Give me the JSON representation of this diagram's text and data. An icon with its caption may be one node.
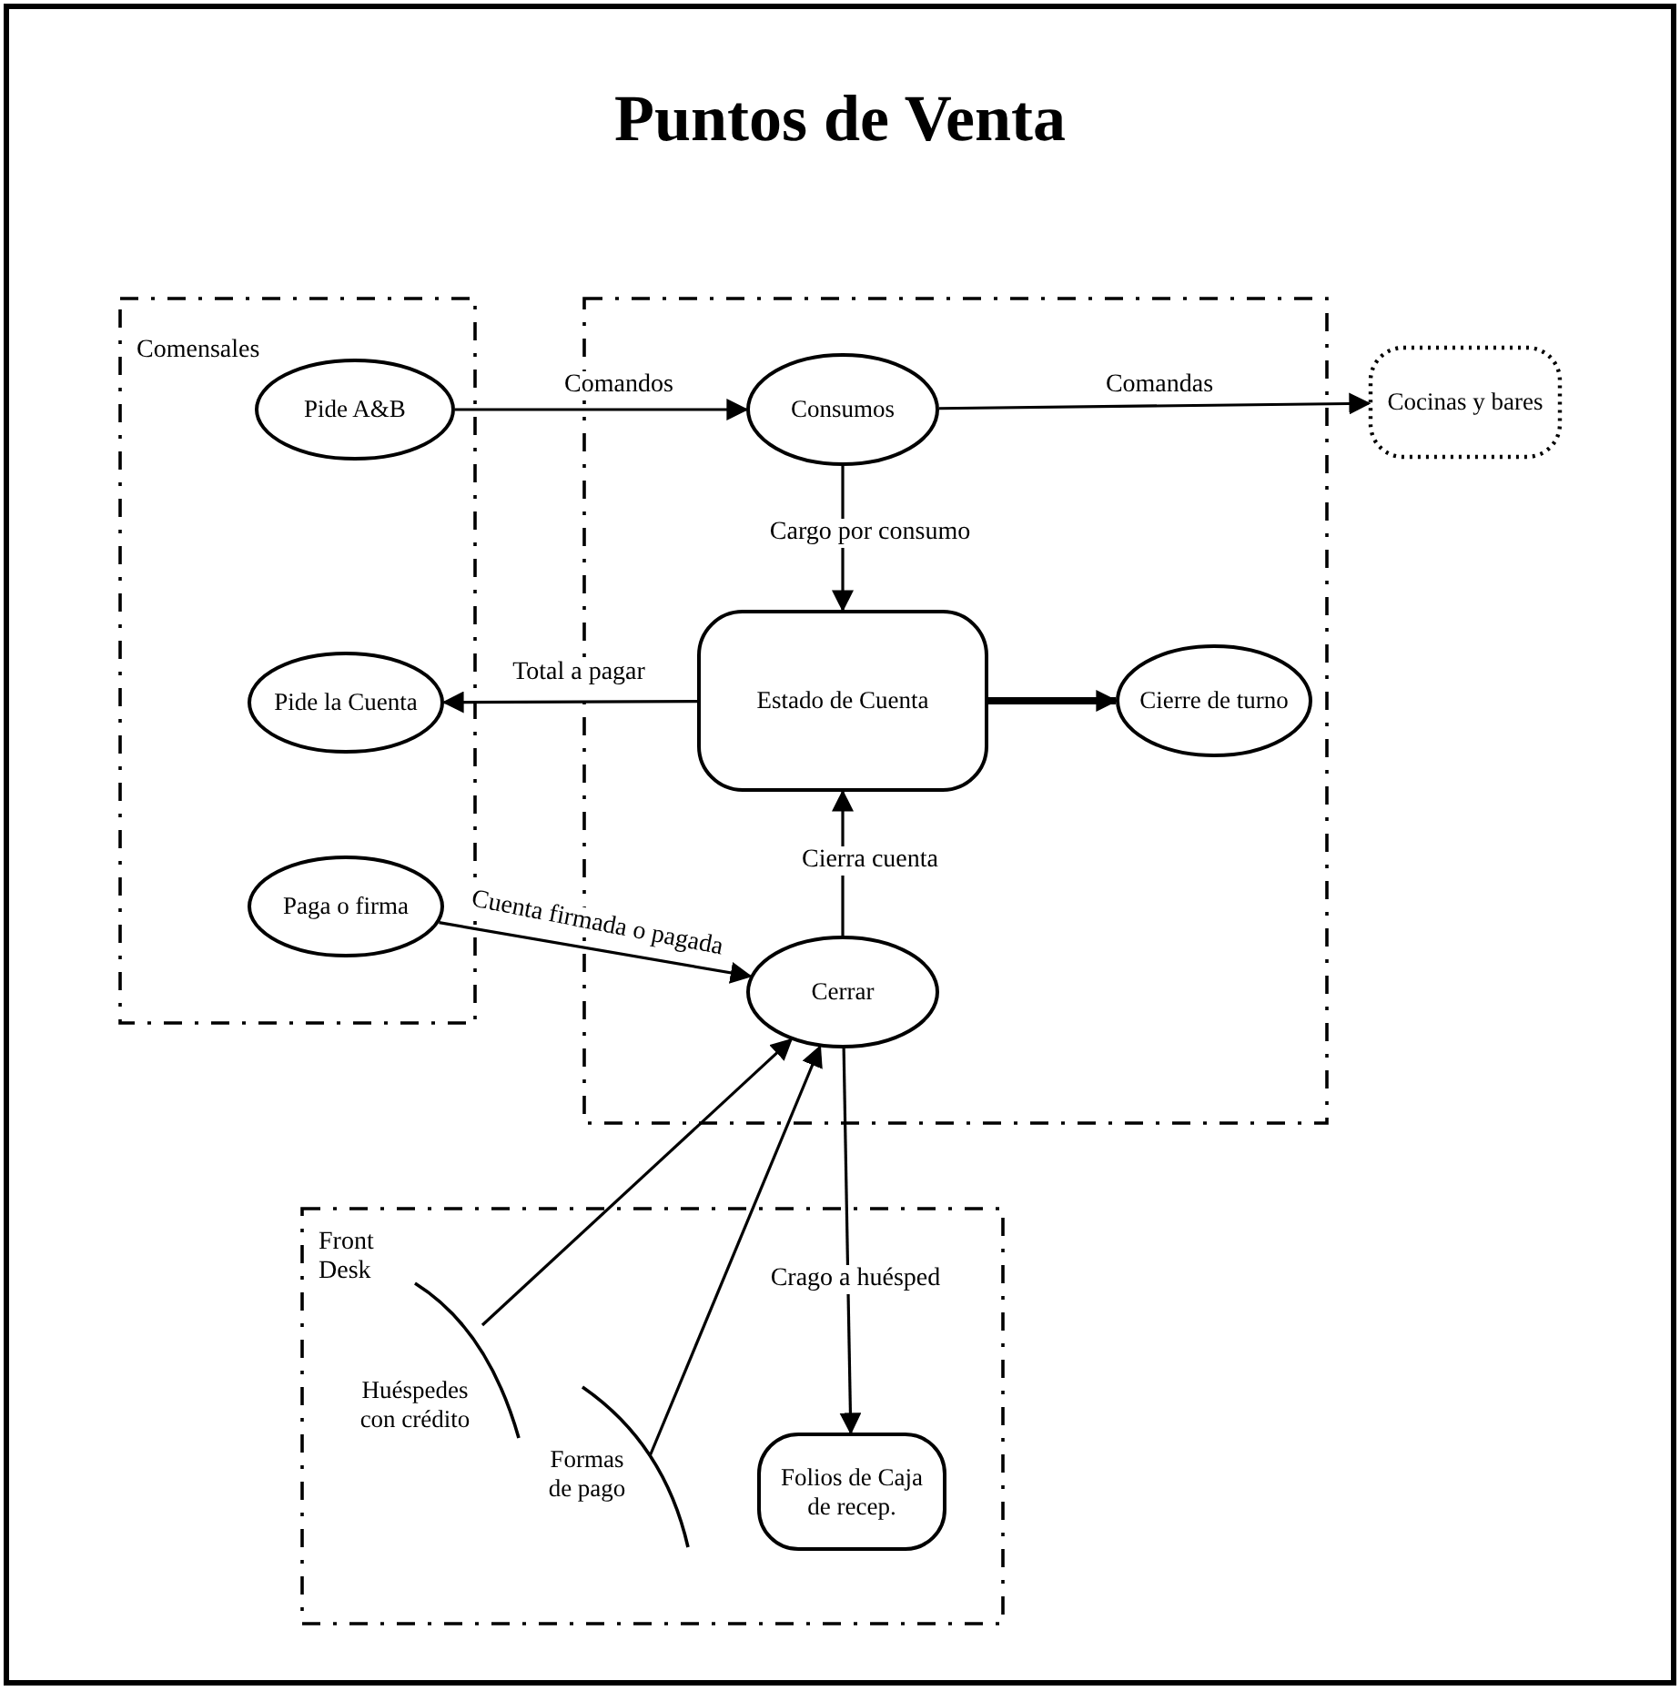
{
  "diagram": {
    "title": "Puntos de Venta",
    "nodes": [
      {
        "text": [
          "Comensales"
        ]
      },
      {
        "text": [
          "Pide A&B"
        ],
        "in": 0
      },
      {
        "text": [
          "Pide la Cuenta"
        ],
        "in": 0
      },
      {
        "text": [
          "Paga o firma"
        ],
        "in": 0
      },
      {
        "text": [],
        "shape": "box"
      },
      {
        "text": [
          "Consumos"
        ],
        "in": 4
      },
      {
        "text": [
          "Estado de Cuenta"
        ],
        "in": 4
      },
      {
        "text": [
          "Cierre de turno"
        ],
        "in": 4
      },
      {
        "text": [
          "Cerrar"
        ],
        "in": 4
      },
      {
        "text": [
          "Cocinas y bares"
        ]
      },
      {
        "text": [
          "Front Desk"
        ]
      },
      {
        "text": [
          "Huéspedes con crédito"
        ],
        "in": 10
      },
      {
        "text": [
          "Formas de pago"
        ],
        "in": 10
      },
      {
        "text": [
          "Folios de Caja de recep."
        ],
        "in": 10
      }
    ],
    "edges": [
      {
        "from": 1,
        "to": 5,
        "arrow": "to",
        "label": "Comandos"
      },
      {
        "from": 5,
        "to": 9,
        "arrow": "to",
        "label": "Comandas"
      },
      {
        "from": 5,
        "to": 6,
        "arrow": "to",
        "label": "Cargo por consumo"
      },
      {
        "from": 6,
        "to": 2,
        "arrow": "to",
        "label": "Total a pagar"
      },
      {
        "from": 6,
        "to": 7,
        "arrow": "to",
        "style": "thick"
      },
      {
        "from": 8,
        "to": 6,
        "arrow": "to",
        "label": "Cierra cuenta"
      },
      {
        "from": 3,
        "to": 8,
        "arrow": "to",
        "label": "Cuenta firmada o pagada"
      },
      {
        "from": 11,
        "to": 8,
        "arrow": "to"
      },
      {
        "from": 12,
        "to": 8,
        "arrow": "to"
      },
      {
        "from": 8,
        "to": 13,
        "arrow": "to",
        "label": "Crago a huésped"
      }
    ]
  }
}
